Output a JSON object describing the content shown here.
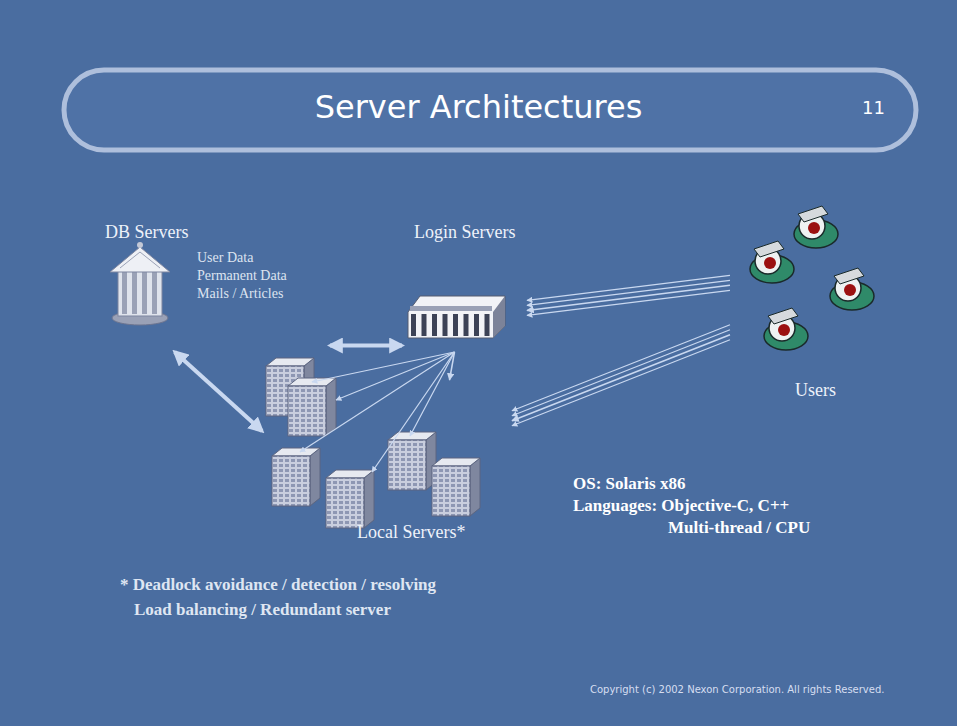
{
  "diagram": {
    "title": "Server Architectures",
    "nodes": [
      {
        "text": [
          "DB Servers",
          "User Data",
          "Permanent Data",
          "Mails / Articles"
        ]
      },
      {
        "text": [
          "Login Servers"
        ]
      },
      {
        "text": [
          "Local Servers*"
        ]
      },
      {
        "text": [
          "Users"
        ]
      }
    ],
    "edges": [
      {
        "from": 0,
        "to": 1,
        "arrow": "both"
      },
      {
        "from": 0,
        "to": 2,
        "arrow": "both"
      },
      {
        "from": 1,
        "to": 2,
        "arrow": "to"
      },
      {
        "from": 3,
        "to": 1,
        "arrow": "to"
      },
      {
        "from": 3,
        "to": 2,
        "arrow": "to"
      }
    ],
    "labels": [
      "11",
      "OS: Solaris x86",
      "Languages: Objective-C, C++",
      "Multi-thread / CPU",
      "* Deadlock avoidance / detection / resolving",
      "Load balancing / Redundant server",
      "Copyright (c) 2002 Nexon Corporation. All rights Reserved."
    ]
  }
}
